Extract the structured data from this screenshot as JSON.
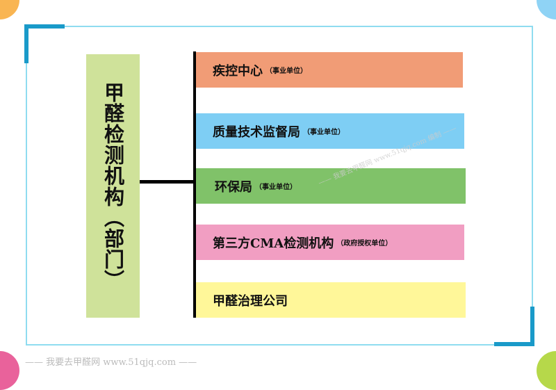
{
  "root": {
    "label": "甲醛检测机构（部门）"
  },
  "branches": [
    {
      "name": "疾控中心",
      "note": "（事业单位）",
      "color": "#f19c76"
    },
    {
      "name": "质量技术监督局",
      "note": "（事业单位）",
      "color": "#7ecef4"
    },
    {
      "name": "环保局",
      "note": "（事业单位）",
      "color": "#80c269"
    },
    {
      "name": "第三方CMA检测机构",
      "note": "（政府授权单位）",
      "color": "#f19ec2"
    },
    {
      "name": "甲醛治理公司",
      "note": "",
      "color": "#fff799"
    }
  ],
  "watermark": "—— 我要去甲醛网 www.51qjq.com 编制 ——",
  "footer": "—— 我要去甲醛网 www.51qjq.com ——"
}
